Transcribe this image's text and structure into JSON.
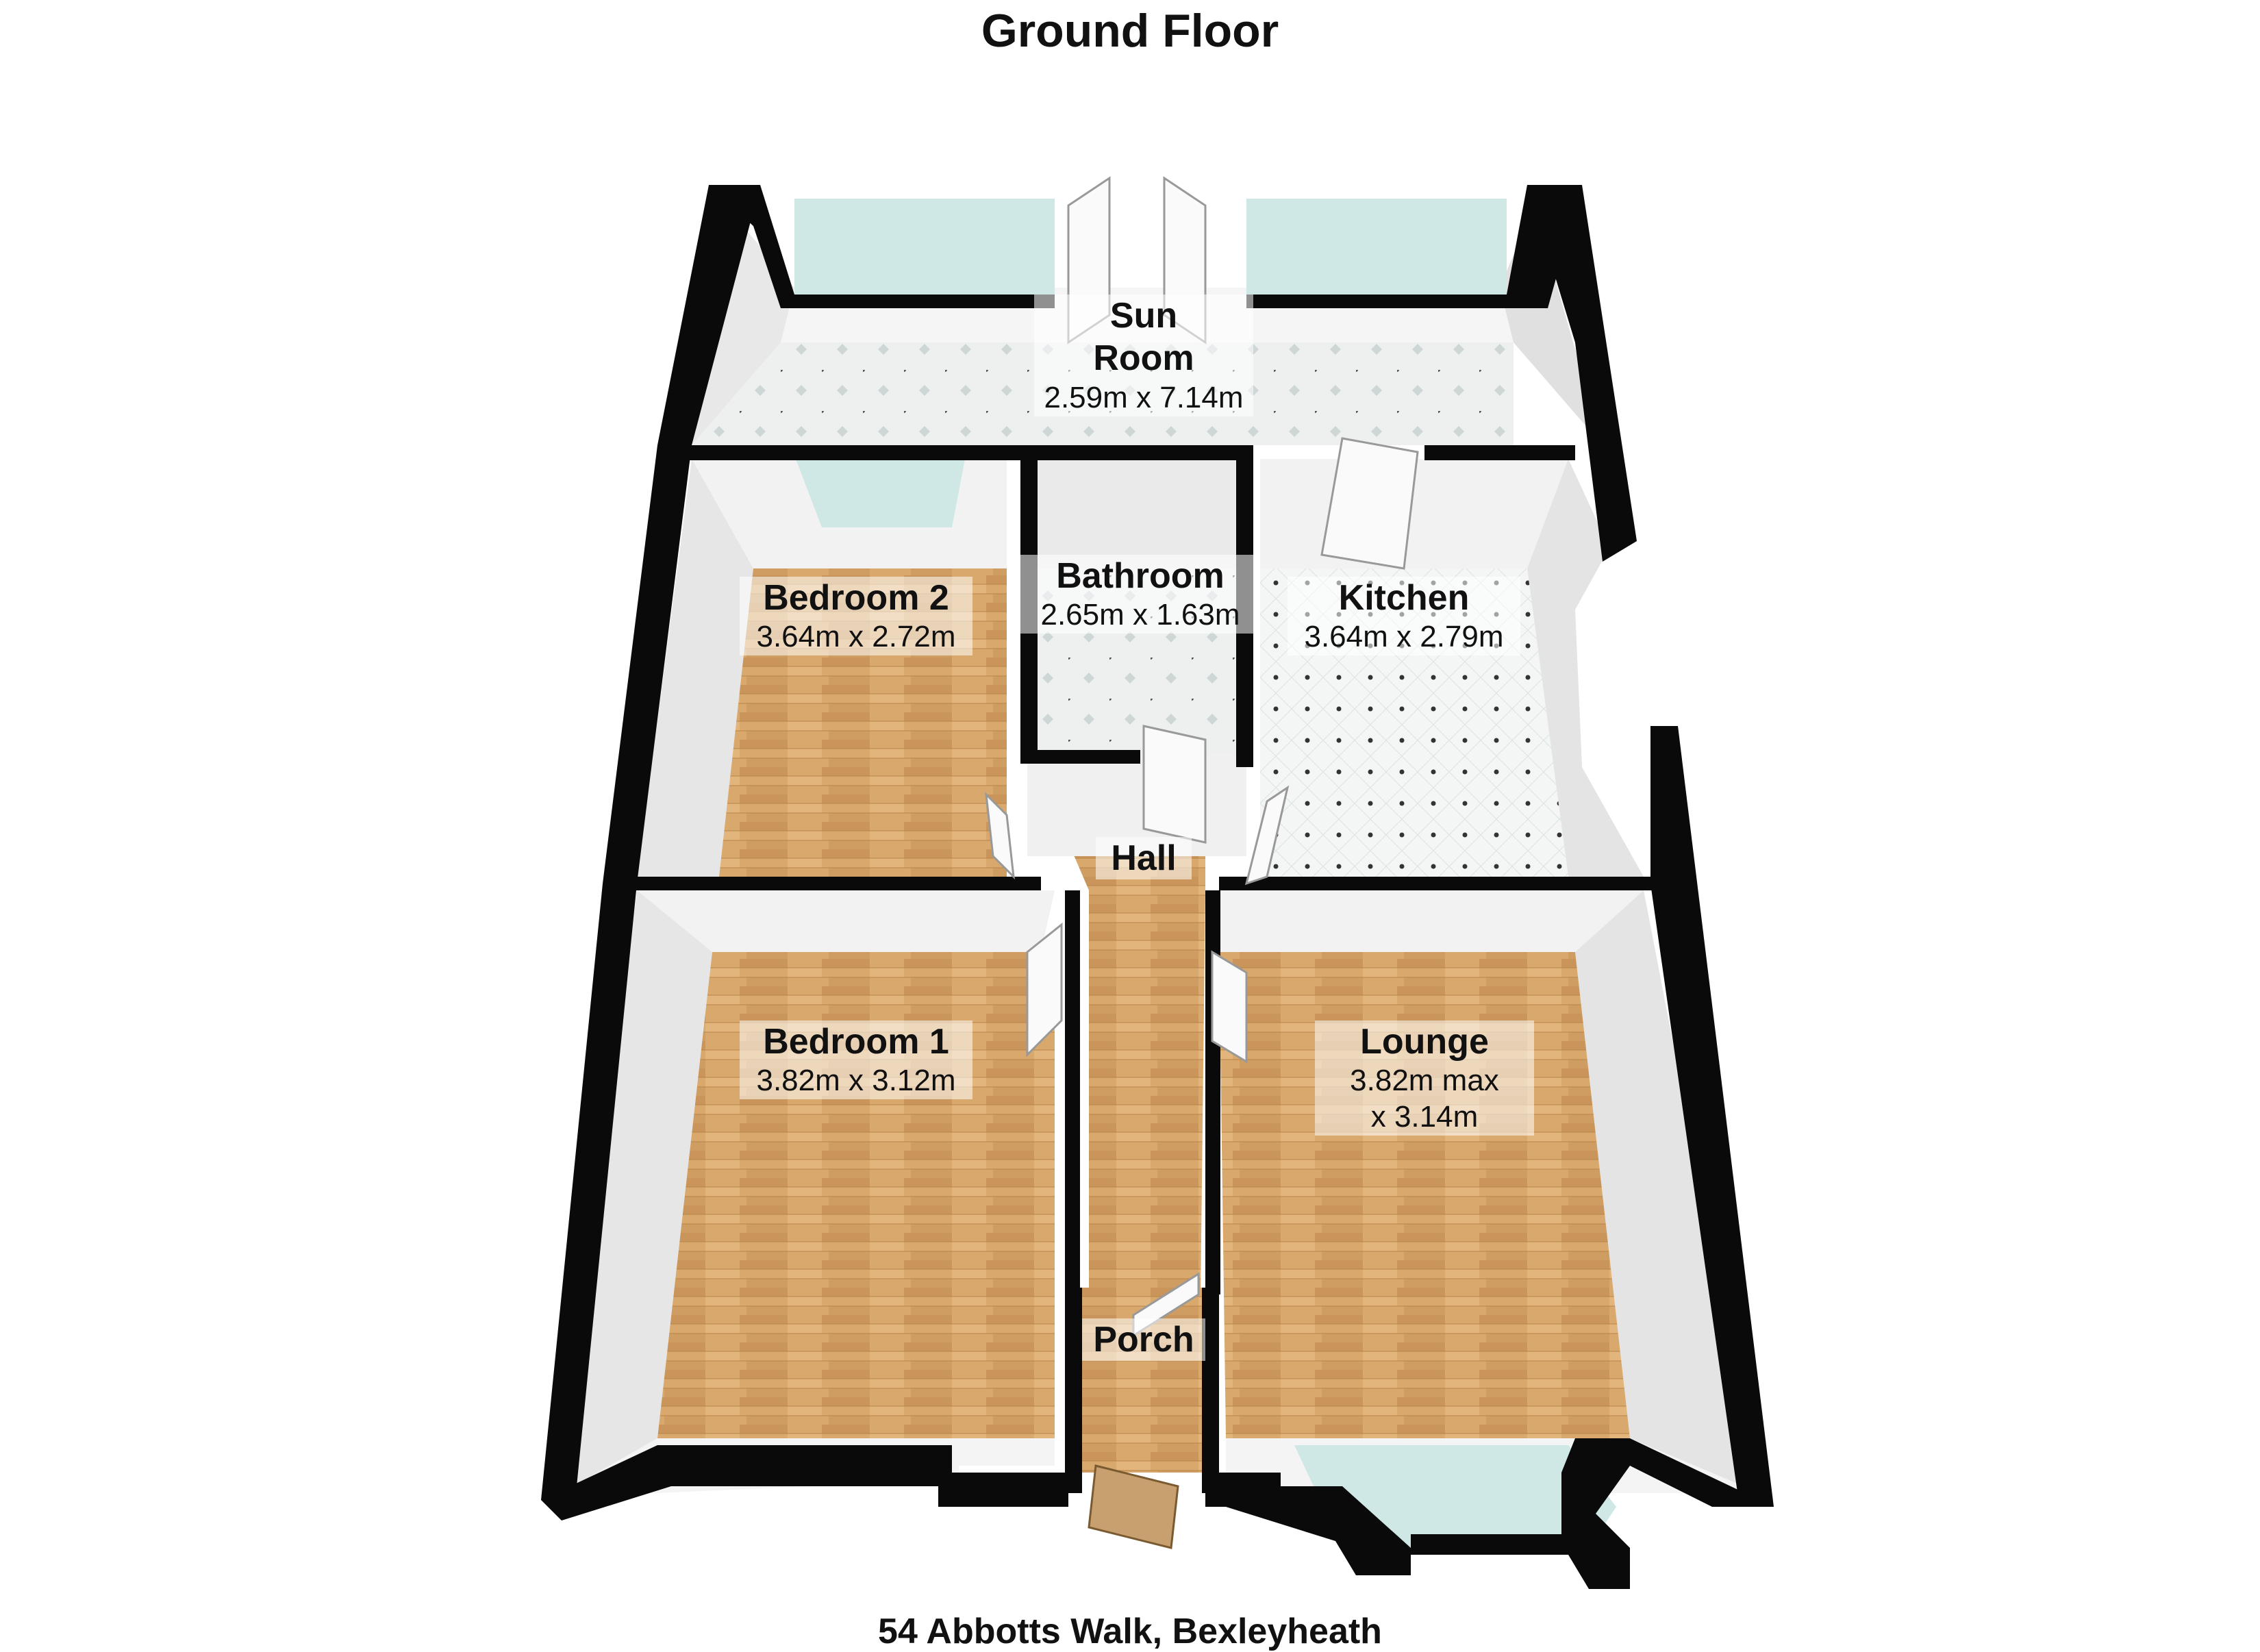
{
  "floor_title": "Ground Floor",
  "address": "54 Abbotts Walk, Bexleyheath",
  "rooms": {
    "sun_room": {
      "name_line1": "Sun",
      "name_line2": "Room",
      "dims": "2.59m x 7.14m"
    },
    "bedroom_2": {
      "name": "Bedroom 2",
      "dims": "3.64m x 2.72m"
    },
    "bathroom": {
      "name": "Bathroom",
      "dims": "2.65m x 1.63m"
    },
    "kitchen": {
      "name": "Kitchen",
      "dims": "3.64m x 2.79m"
    },
    "hall": {
      "name": "Hall"
    },
    "bedroom_1": {
      "name": "Bedroom 1",
      "dims": "3.82m x 3.12m"
    },
    "lounge": {
      "name": "Lounge",
      "dims_line1": "3.82m max",
      "dims_line2": "x 3.14m"
    },
    "porch": {
      "name": "Porch"
    }
  },
  "colors": {
    "wall": "#0a0a0a",
    "wall_inner": "#f2f2f2",
    "wood_floor": "#d9a86c",
    "tile_floor": "#eef0f0",
    "window_glass": "#cfe8e6"
  }
}
